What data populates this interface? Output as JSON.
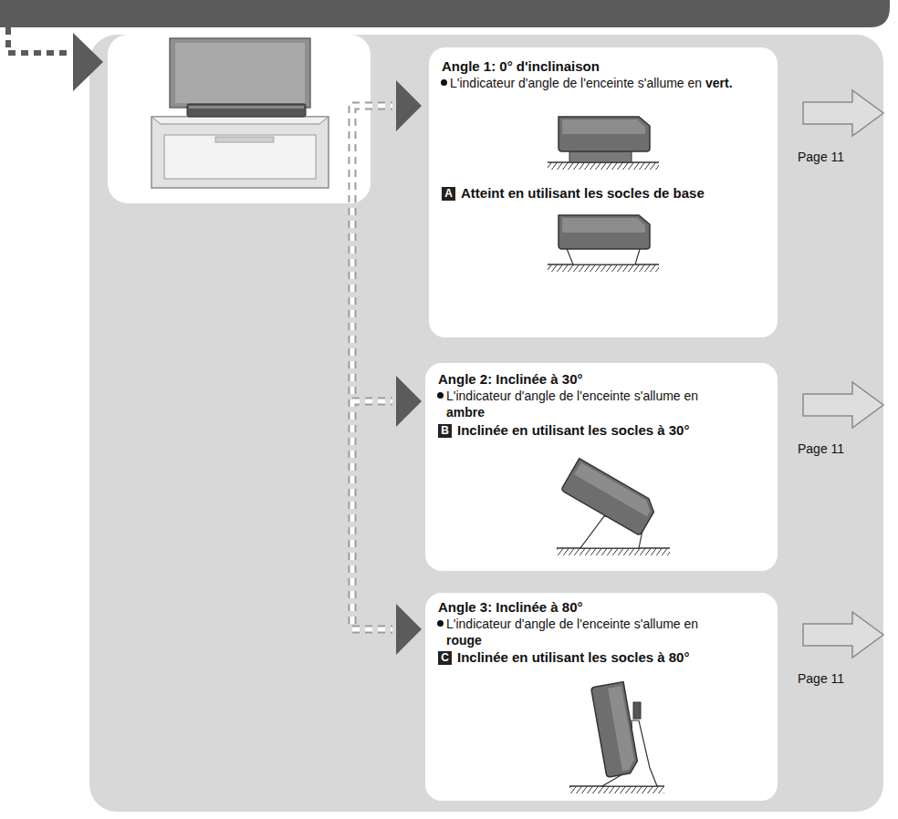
{
  "diagram": {
    "nodes": [
      {
        "text": [
          "Angle 1: 0° d'inclinaison",
          "L'indicateur d'angle de l'enceinte s'allume en vert.",
          "A",
          "Atteint en utilisant les socles de base"
        ]
      },
      {
        "text": [
          "Angle 2: Inclinée à 30°",
          "L'indicateur d'angle de l'enceinte s'allume en ambre",
          "B",
          "Inclinée en utilisant les socles à 30°"
        ]
      },
      {
        "text": [
          "Angle 3: Inclinée à 80°",
          "L'indicateur d'angle de l'enceinte s'allume en rouge",
          "C",
          "Inclinée en utilisant les socles à 80°"
        ]
      }
    ],
    "labels": [
      "Page 11",
      "Page 11",
      "Page 11"
    ]
  }
}
